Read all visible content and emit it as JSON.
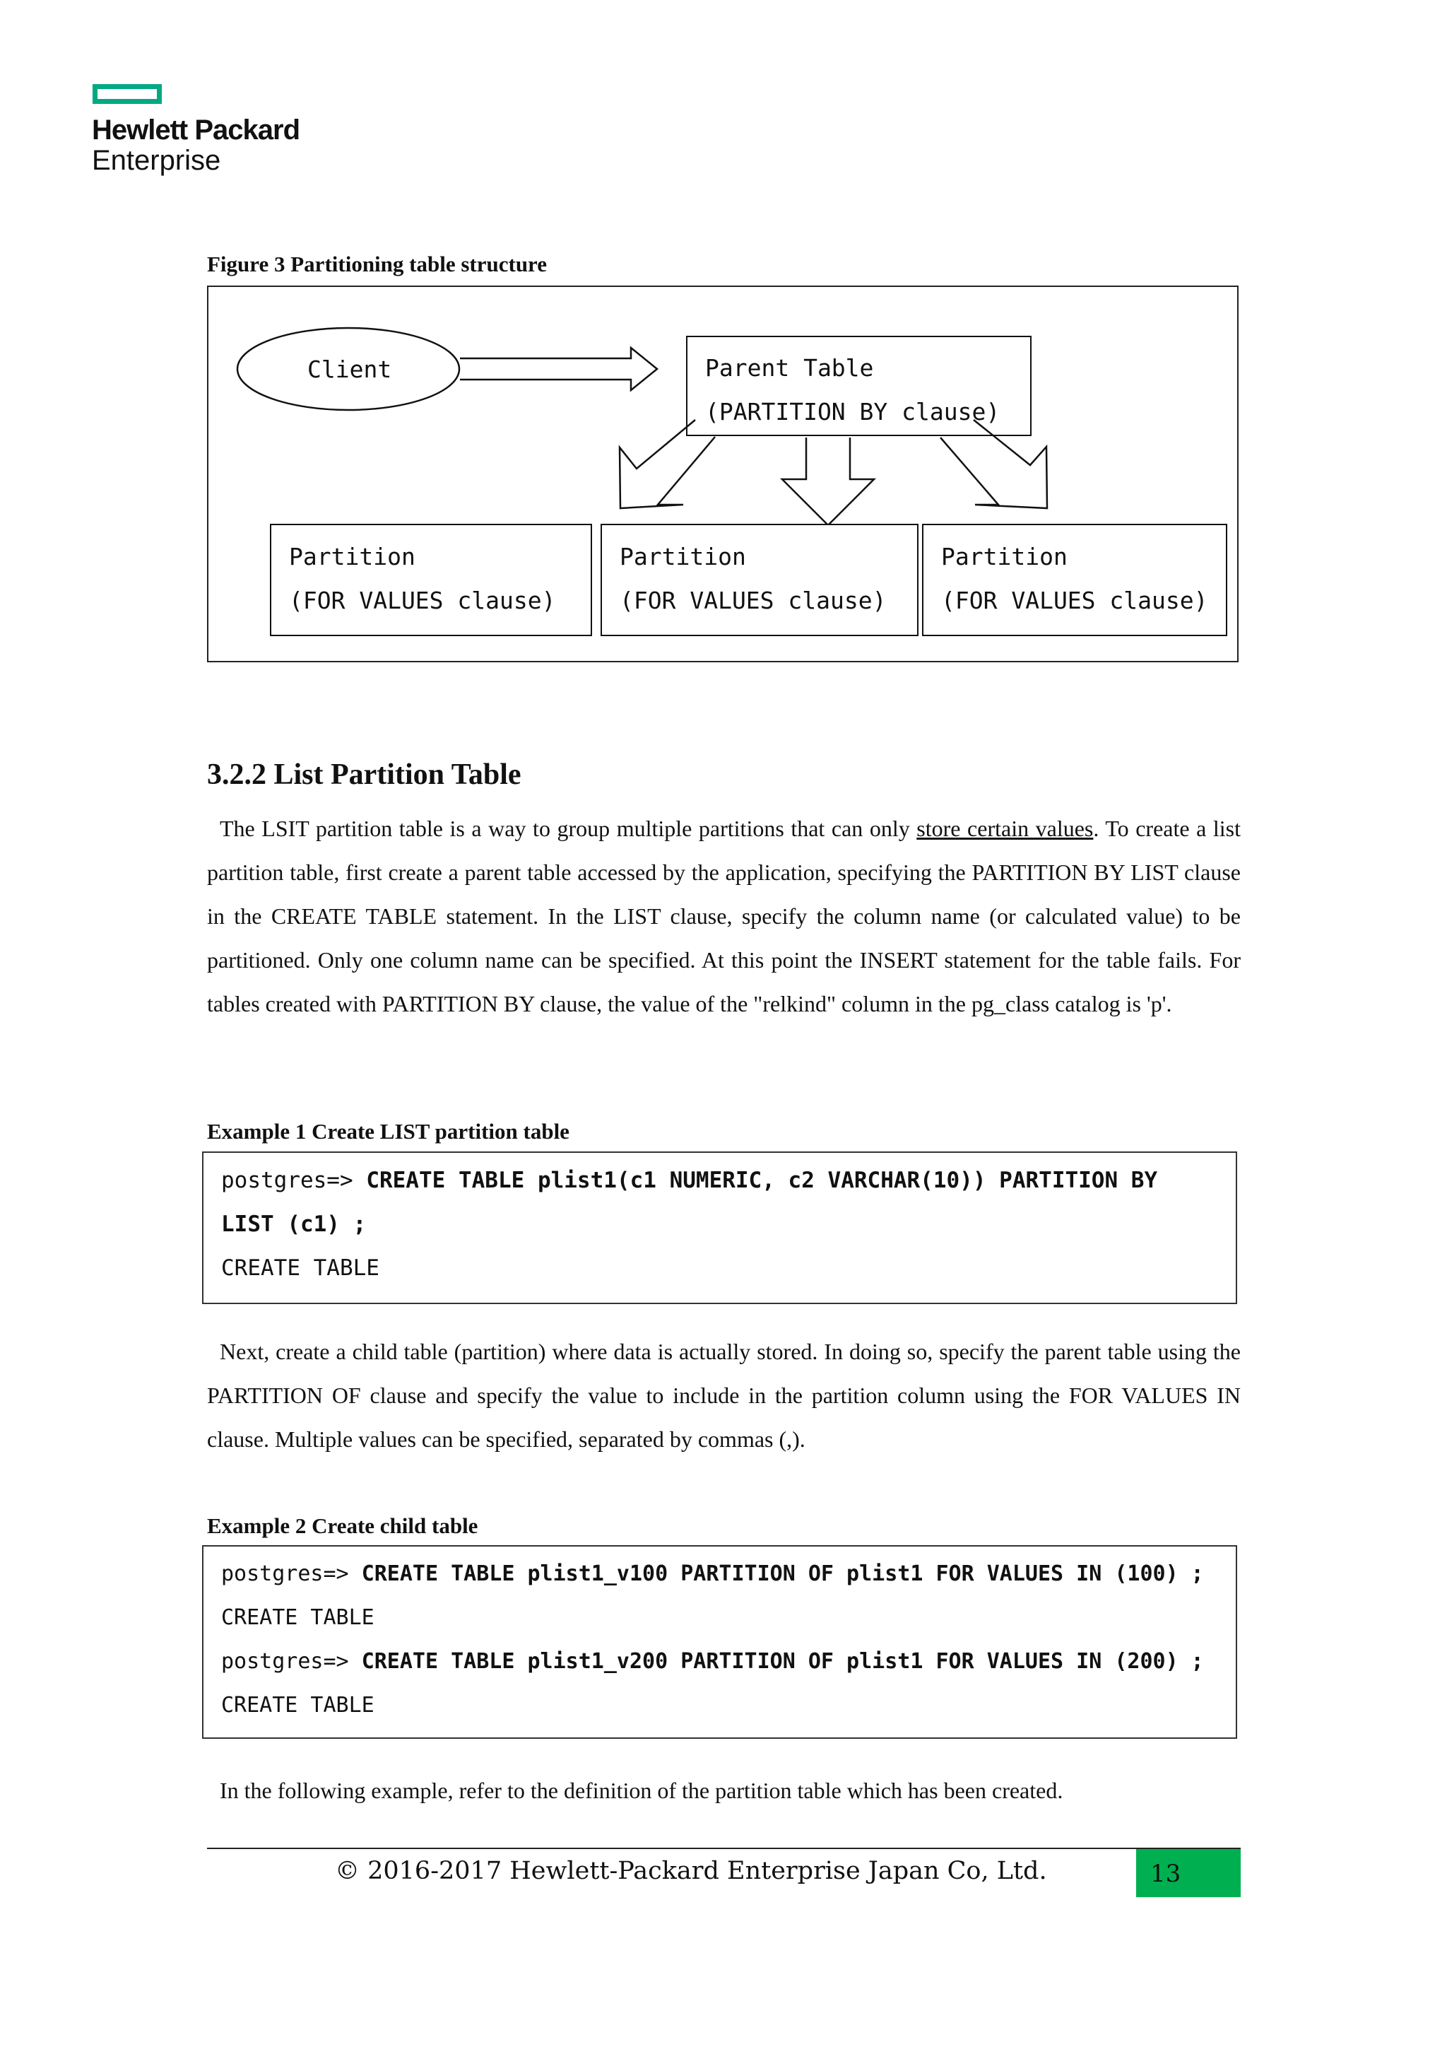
{
  "brand": {
    "logo_line1": "Hewlett Packard",
    "logo_line2": "Enterprise",
    "accent_color": "#01a982",
    "page_badge_color": "#00b050"
  },
  "figure": {
    "caption": "Figure 3 Partitioning table structure",
    "client_label": "Client",
    "parent": {
      "line1": "Parent Table",
      "line2": "(PARTITION BY clause)"
    },
    "partitions": [
      {
        "line1": "Partition",
        "line2": "(FOR VALUES clause)"
      },
      {
        "line1": "Partition",
        "line2": "(FOR VALUES clause)"
      },
      {
        "line1": "Partition",
        "line2": "(FOR VALUES clause)"
      }
    ]
  },
  "section": {
    "heading": "3.2.2 List Partition Table",
    "para1_before": "The LSIT partition table is a way to group multiple partitions that can only ",
    "para1_link": "store certain values",
    "para1_after": ". To create a list partition table, first create a parent table accessed by the application, specifying the PARTITION BY LIST clause in the CREATE TABLE statement. In the LIST clause, specify the column name (or calculated value) to be partitioned. Only one column name can be specified. At this point the INSERT statement for the table fails. For tables created with PARTITION BY clause, the value of the \"relkind\" column in the pg_class catalog is 'p'.",
    "para2": "Next, create a child table (partition) where data is actually stored. In doing so, specify the parent table using the PARTITION OF clause and specify the value to include in the partition column using the FOR VALUES IN clause. Multiple values can be specified, separated by commas (,).",
    "para3": "In the following example, refer to the definition of the partition table which has been created."
  },
  "example1": {
    "caption": "Example 1 Create LIST partition table",
    "prompt": "postgres=> ",
    "command_line1": "CREATE TABLE plist1(c1 NUMERIC, c2 VARCHAR(10)) PARTITION BY",
    "command_line2": "LIST (c1) ;",
    "output": "CREATE TABLE"
  },
  "example2": {
    "caption": "Example 2 Create child table",
    "lines": [
      {
        "prompt": "postgres=> ",
        "command": "CREATE TABLE plist1_v100 PARTITION OF plist1 FOR VALUES IN (100) ;",
        "output": "CREATE TABLE"
      },
      {
        "prompt": "postgres=> ",
        "command": "CREATE TABLE plist1_v200 PARTITION OF plist1 FOR VALUES IN (200) ;",
        "output": "CREATE TABLE"
      }
    ]
  },
  "footer": {
    "copyright": "© 2016-2017 Hewlett-Packard Enterprise Japan Co, Ltd.",
    "page_number": "13"
  }
}
